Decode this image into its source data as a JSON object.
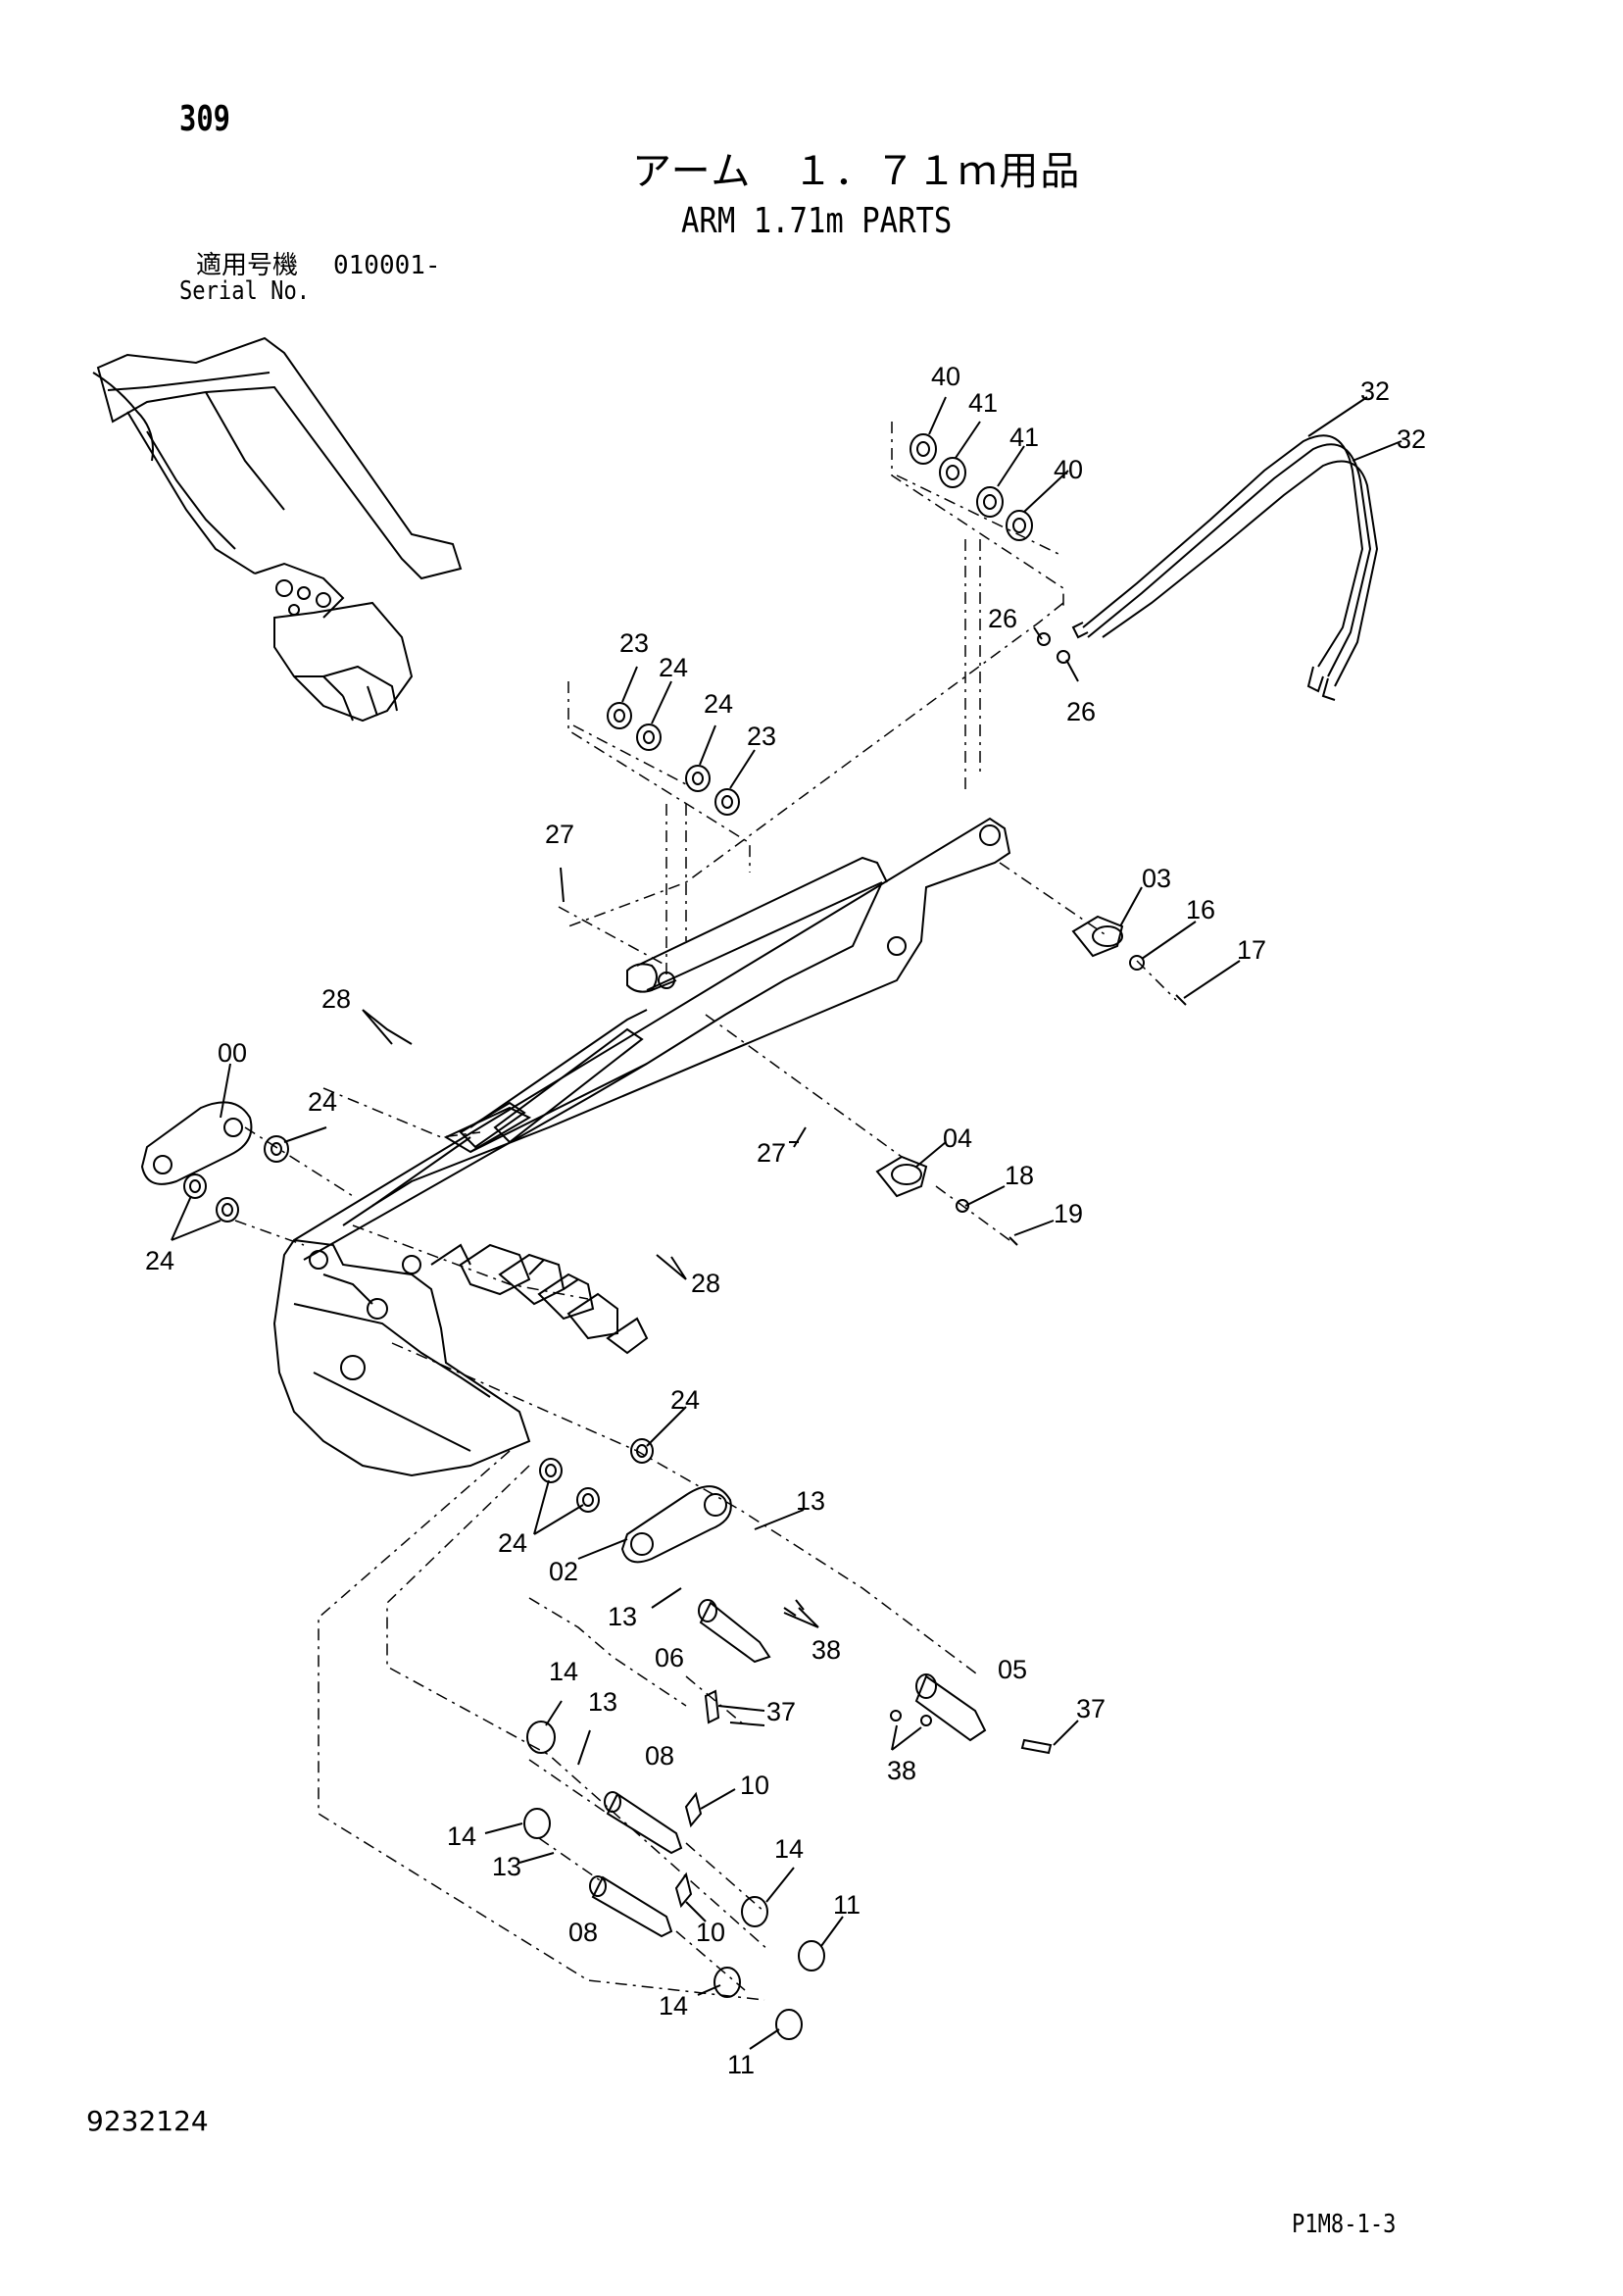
{
  "header": {
    "page_number": "309",
    "title_jp": "アーム　１．７１ｍ用品",
    "title_en": "ARM 1.71m PARTS",
    "serial_label_jp": "適用号機",
    "serial_value": "010001-",
    "serial_label_en": "Serial No."
  },
  "footer": {
    "document_number": "9232124",
    "page_code": "P1M8-1-3"
  },
  "callouts": [
    "40",
    "41",
    "41",
    "40",
    "32",
    "32",
    "26",
    "26",
    "23",
    "24",
    "24",
    "23",
    "27",
    "03",
    "16",
    "17",
    "28",
    "00",
    "24",
    "24",
    "04",
    "27",
    "18",
    "19",
    "28",
    "24",
    "13",
    "24",
    "02",
    "13",
    "06",
    "38",
    "05",
    "37",
    "37",
    "14",
    "13",
    "08",
    "10",
    "38",
    "14",
    "13",
    "14",
    "08",
    "10",
    "11",
    "14",
    "11"
  ]
}
